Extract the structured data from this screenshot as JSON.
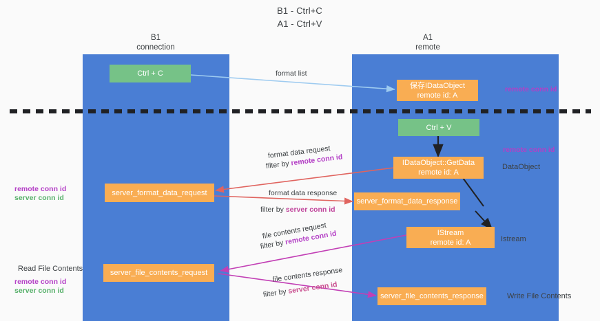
{
  "title": {
    "line1": "B1 - Ctrl+C",
    "line2": "A1 - Ctrl+V"
  },
  "columns": [
    {
      "name": "B1",
      "sub": "connection"
    },
    {
      "name": "A1",
      "sub": "remote"
    }
  ],
  "colors": {
    "lane": "#4a7ed4",
    "green_node": "#76c287",
    "orange_node": "#f9ad53",
    "remote_conn_id": "#b43fc6",
    "server_conn_id": "#57b06a",
    "arrow_blue": "#9ecbf0",
    "arrow_red": "#e0645f",
    "arrow_magenta": "#c23fb5",
    "arrow_black": "#202124",
    "divider": "#202124",
    "background": "#fafafa"
  },
  "nodes": {
    "ctrl_c": {
      "label": "Ctrl + C"
    },
    "ctrl_v": {
      "label": "Ctrl + V"
    },
    "save_idataobject": {
      "line1": "保存IDataObject",
      "line2": "remote id: A"
    },
    "getdata": {
      "line1": "IDataObject::GetData",
      "line2": "remote id: A"
    },
    "istream": {
      "line1": "IStream",
      "line2": "remote id: A"
    },
    "server_format_data_request": {
      "label": "server_format_data_request"
    },
    "server_format_data_response": {
      "label": "server_format_data_response"
    },
    "server_file_contents_request": {
      "label": "server_file_contents_request"
    },
    "server_file_contents_response": {
      "label": "server_file_contents_response"
    }
  },
  "arrow_labels": {
    "format_list": "format list",
    "format_data_request": "format data request",
    "format_data_request_filter_prefix": "filter by ",
    "format_data_request_filter_key": "remote conn id",
    "format_data_response": "format data response",
    "format_data_response_filter_prefix": "filter by ",
    "format_data_response_filter_key": "server conn id",
    "file_contents_request": "file contents request",
    "file_contents_request_filter_prefix": "filter by ",
    "file_contents_request_filter_key": "remote conn id",
    "file_contents_response": "file contents response",
    "file_contents_response_filter_prefix": "filter by ",
    "file_contents_response_filter_key": "server conn id"
  },
  "side_labels": {
    "right_top_remote_conn_id": "remote conn id",
    "right_mid_remote_conn_id": "remote conn id",
    "right_dataobject": "DataObject",
    "right_istream": "Istream",
    "right_write_file_contents": "Write File Contents",
    "left_remote_conn_id": "remote conn id",
    "left_server_conn_id": "server conn id",
    "left_read_file_contents": "Read File Contents",
    "left_bottom_remote_conn_id": "remote conn id",
    "left_bottom_server_conn_id": "server conn id"
  }
}
